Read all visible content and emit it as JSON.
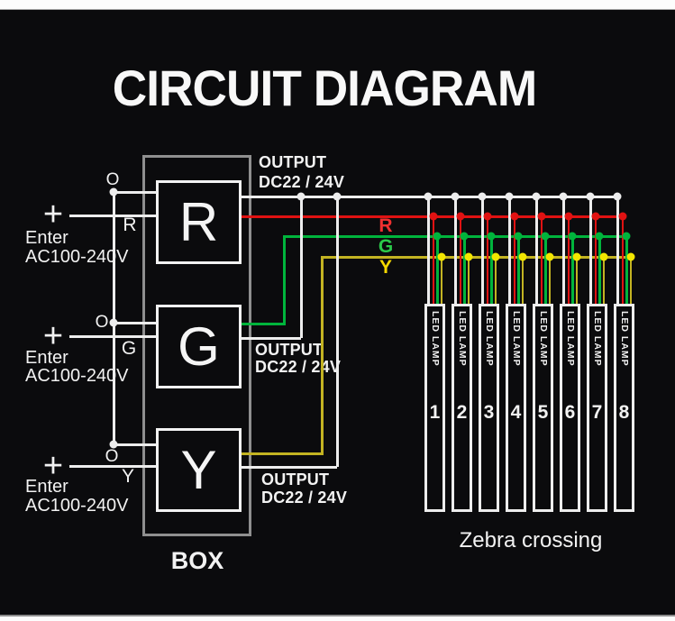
{
  "title": "CIRCUIT DIAGRAM",
  "box_label": "BOX",
  "zebra_label": "Zebra crossing",
  "sections": [
    {
      "module_letter": "R",
      "o_label": "O",
      "plus_label": "+",
      "wire_label": "R",
      "enter_label": "Enter",
      "voltage_label": "AC100-240V",
      "output_label": "OUTPUT",
      "output_voltage": "DC22 / 24V"
    },
    {
      "module_letter": "G",
      "o_label": "O",
      "plus_label": "+",
      "wire_label": "G",
      "enter_label": "Enter",
      "voltage_label": "AC100-240V",
      "output_label": "OUTPUT",
      "output_voltage": "DC22 / 24V"
    },
    {
      "module_letter": "Y",
      "o_label": "O",
      "plus_label": "+",
      "wire_label": "Y",
      "enter_label": "Enter",
      "voltage_label": "AC100-240V",
      "output_label": "OUTPUT",
      "output_voltage": "DC22 / 24V"
    }
  ],
  "bus_labels": [
    {
      "text": "R",
      "color_key": "label_red"
    },
    {
      "text": "G",
      "color_key": "label_green"
    },
    {
      "text": "Y",
      "color_key": "label_yellow"
    }
  ],
  "lamps": [
    {
      "name": "LED LAMP",
      "number": "1"
    },
    {
      "name": "LED LAMP",
      "number": "2"
    },
    {
      "name": "LED LAMP",
      "number": "3"
    },
    {
      "name": "LED LAMP",
      "number": "4"
    },
    {
      "name": "LED LAMP",
      "number": "5"
    },
    {
      "name": "LED LAMP",
      "number": "6"
    },
    {
      "name": "LED LAMP",
      "number": "7"
    },
    {
      "name": "LED LAMP",
      "number": "8"
    }
  ],
  "colors": {
    "background": "#0b0b0d",
    "wire_white": "#ededed",
    "wire_red": "#e01212",
    "wire_green": "#00b43c",
    "wire_yellow": "#c3b322",
    "dot_yellow": "#f2e600",
    "label_red": "#f03030",
    "label_green": "#2bc94a",
    "label_yellow": "#f5d800",
    "box_border": "#8f8f8f"
  }
}
